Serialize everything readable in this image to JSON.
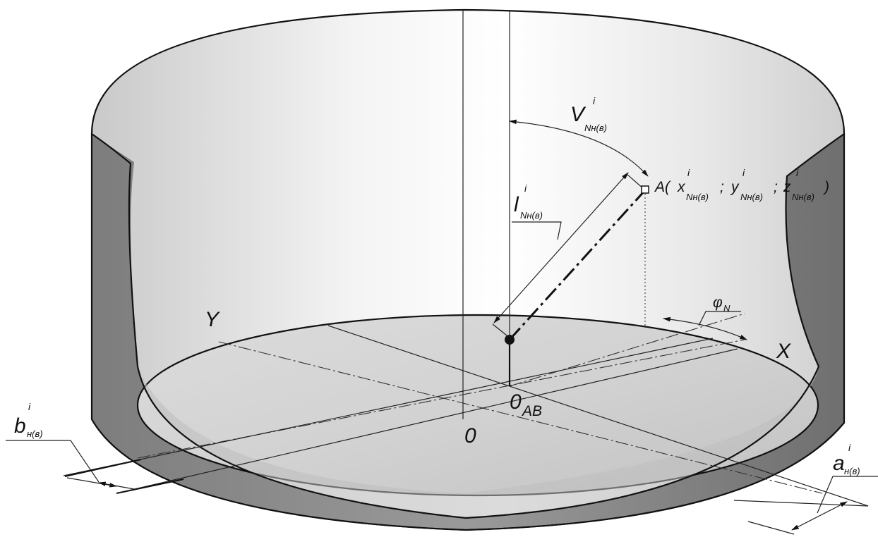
{
  "labels": {
    "axis_y": "Y",
    "axis_x": "X",
    "origin": "0",
    "origin_ab": {
      "main": "0",
      "sub": "AB"
    },
    "point_a": {
      "prefix": "A(",
      "x": "x",
      "y": "y",
      "z": "z",
      "sep": ";",
      "sub": "Nн(в)",
      "sup": "i",
      "close": ")"
    },
    "length": {
      "main": "l",
      "sub": "Nн(в)",
      "sup": "i"
    },
    "angle_v": {
      "main": "V",
      "sub": "Nн(в)",
      "sup": "i"
    },
    "phi": {
      "main": "φ",
      "sub": "N"
    },
    "b_offset": {
      "main": "b",
      "sub": "н(в)",
      "sup": "i"
    },
    "a_offset": {
      "main": "a",
      "sub": "н(в)",
      "sup": "i"
    }
  }
}
